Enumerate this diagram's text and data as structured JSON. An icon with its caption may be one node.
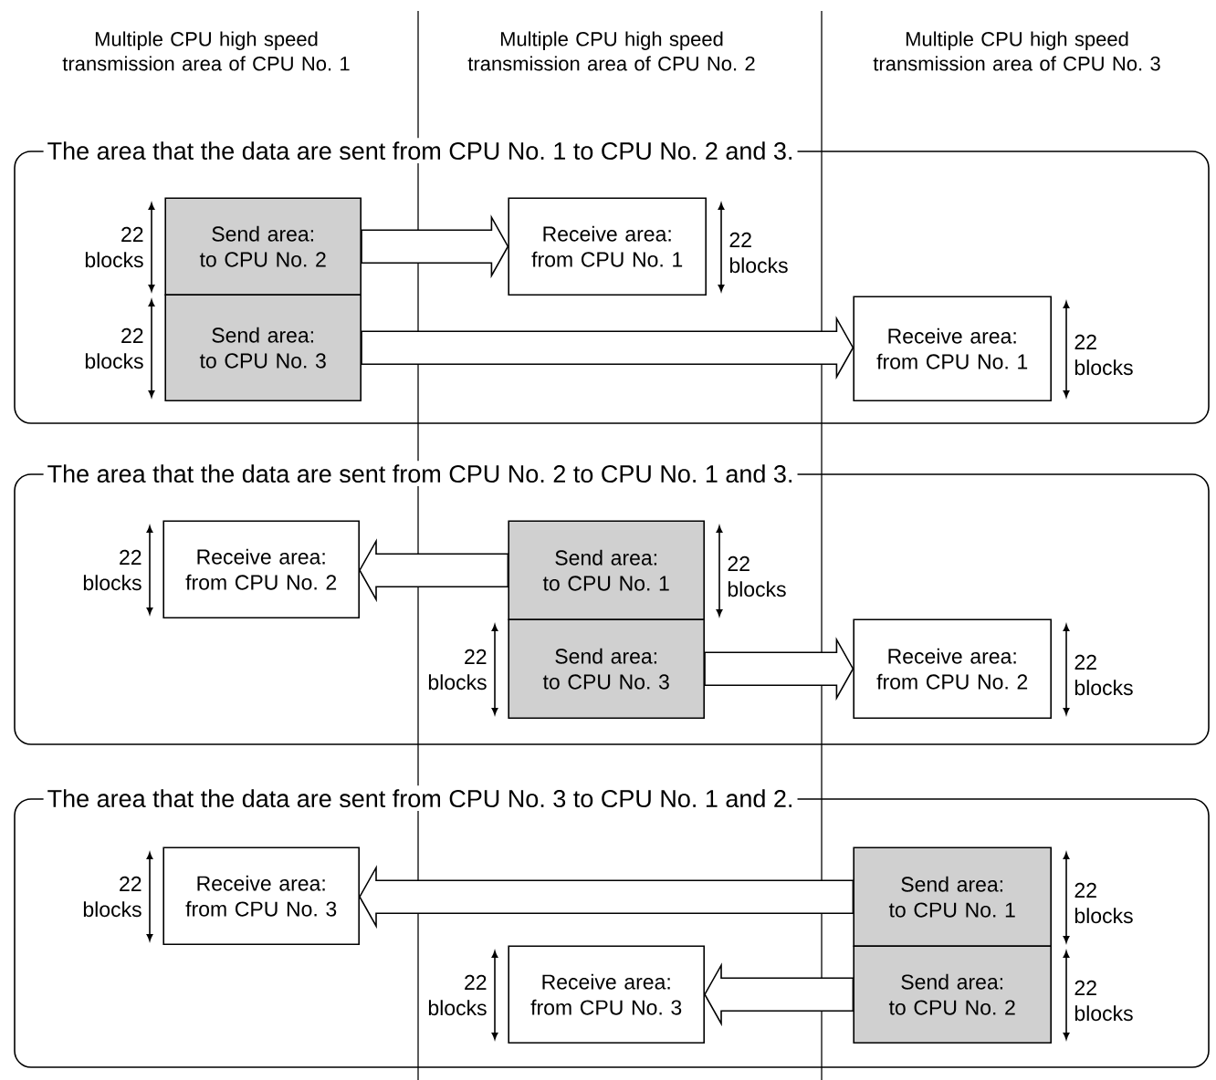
{
  "diagram": {
    "nodes": [
      {
        "text": [
          "The area that the data are sent from CPU No. 1 to CPU No. 2 and 3."
        ]
      },
      {
        "text": [
          "Send area: to CPU No. 2"
        ],
        "in": 0,
        "beside": [
          "22 blocks"
        ]
      },
      {
        "text": [
          "Receive area: from CPU No. 1"
        ],
        "in": 0,
        "beside": [
          "22 blocks"
        ]
      },
      {
        "text": [
          "Send area: to CPU No. 3"
        ],
        "in": 0,
        "beside": [
          "22 blocks"
        ]
      },
      {
        "text": [
          "Receive area: from CPU No. 1"
        ],
        "in": 0,
        "beside": [
          "22 blocks"
        ]
      },
      {
        "text": [
          "The area that the data are sent from CPU No. 2 to CPU No. 1 and 3."
        ]
      },
      {
        "text": [
          "Receive area: from CPU No. 2"
        ],
        "in": 5,
        "beside": [
          "22 blocks"
        ]
      },
      {
        "text": [
          "Send area: to CPU No. 1"
        ],
        "in": 5,
        "beside": [
          "22 blocks"
        ]
      },
      {
        "text": [
          "Send area: to CPU No. 3"
        ],
        "in": 5,
        "beside": [
          "22 blocks"
        ]
      },
      {
        "text": [
          "Receive area: from CPU No. 2"
        ],
        "in": 5,
        "beside": [
          "22 blocks"
        ]
      },
      {
        "text": [
          "The area that the data are sent from CPU No. 3 to CPU No. 1 and 2."
        ]
      },
      {
        "text": [
          "Receive area: from CPU No. 3"
        ],
        "in": 10,
        "beside": [
          "22 blocks"
        ]
      },
      {
        "text": [
          "Send area: to CPU No. 1"
        ],
        "in": 10,
        "beside": [
          "22 blocks"
        ]
      },
      {
        "text": [
          "Receive area: from CPU No. 3"
        ],
        "in": 10,
        "beside": [
          "22 blocks"
        ]
      },
      {
        "text": [
          "Send area: to CPU No. 2"
        ],
        "in": 10,
        "beside": [
          "22 blocks"
        ]
      }
    ],
    "edges": [
      {
        "from": 1,
        "to": 2,
        "arrow": "to"
      },
      {
        "from": 3,
        "to": 4,
        "arrow": "to"
      },
      {
        "from": 7,
        "to": 6,
        "arrow": "to"
      },
      {
        "from": 8,
        "to": 9,
        "arrow": "to"
      },
      {
        "from": 12,
        "to": 11,
        "arrow": "to"
      },
      {
        "from": 14,
        "to": 13,
        "arrow": "to"
      }
    ],
    "labels": [
      "Multiple CPU high speed transmission area of CPU No. 1",
      "Multiple CPU high speed transmission area of CPU No. 2",
      "Multiple CPU high speed transmission area of CPU No. 3"
    ]
  }
}
